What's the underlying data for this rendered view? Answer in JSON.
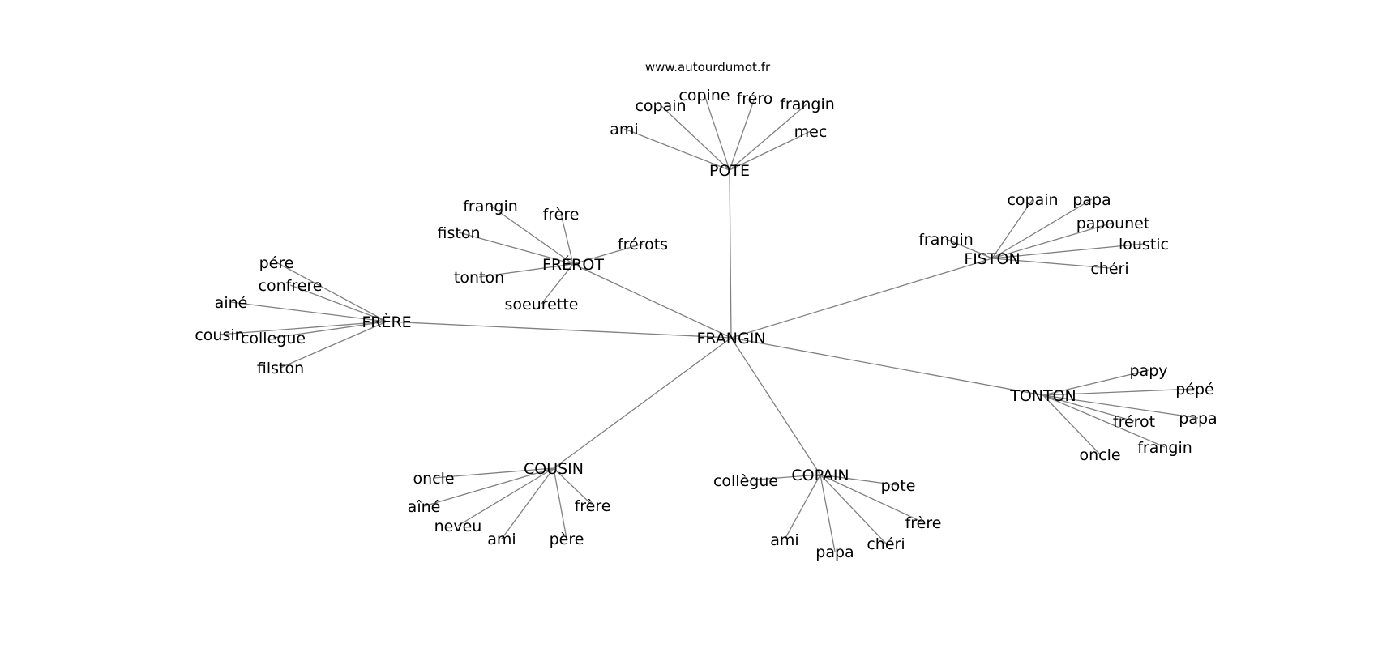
{
  "site_label": "www.autourdumot.fr",
  "center": "FRANGIN",
  "clusters": [
    {
      "word": "POTE",
      "neighbors": [
        "ami",
        "copain",
        "copine",
        "fréro",
        "frangin",
        "mec"
      ]
    },
    {
      "word": "FRÉROT",
      "neighbors": [
        "frangin",
        "frère",
        "fiston",
        "frérots",
        "tonton",
        "soeurette"
      ]
    },
    {
      "word": "FRÈRE",
      "neighbors": [
        "pére",
        "confrere",
        "ainé",
        "cousin",
        "collegue",
        "filston"
      ]
    },
    {
      "word": "FISTON",
      "neighbors": [
        "copain",
        "papa",
        "papounet",
        "frangin",
        "loustic",
        "chéri"
      ]
    },
    {
      "word": "TONTON",
      "neighbors": [
        "papy",
        "pépé",
        "papa",
        "frérot",
        "frangin",
        "oncle"
      ]
    },
    {
      "word": "COUSIN",
      "neighbors": [
        "oncle",
        "aîné",
        "neveu",
        "ami",
        "père",
        "frère"
      ]
    },
    {
      "word": "COPAIN",
      "neighbors": [
        "collègue",
        "pote",
        "frère",
        "chéri",
        "papa",
        "ami"
      ]
    }
  ],
  "colors": {
    "edge": "#808080",
    "text": "#000000",
    "background": "#ffffff"
  }
}
